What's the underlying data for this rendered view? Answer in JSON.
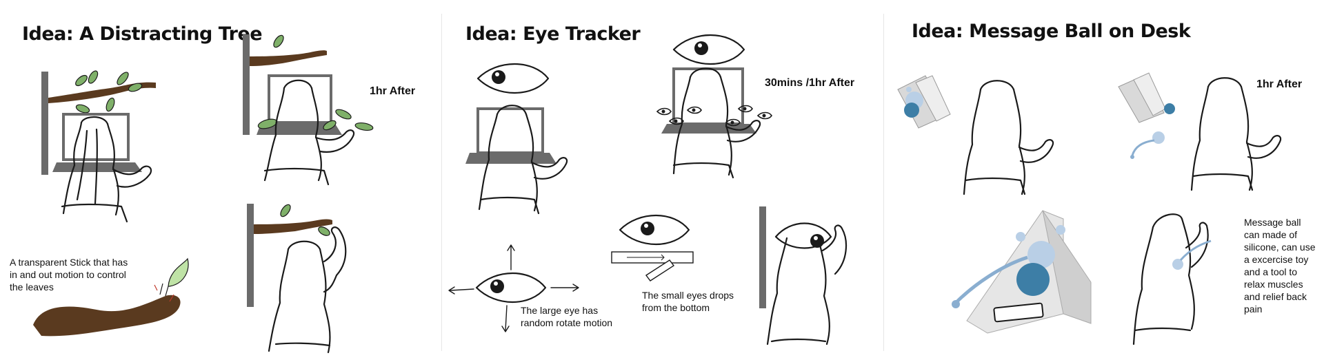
{
  "panels": [
    {
      "title": "Idea: A Distracting Tree",
      "note": "1hr After",
      "caption": "A transparent Stick that has\nin and out motion to control\nthe leaves"
    },
    {
      "title": "Idea: Eye Tracker",
      "note": "30mins /1hr After",
      "caption_large_eye": "The large eye has\nrandom rotate motion",
      "caption_small_eyes": "The small eyes drops\nfrom the bottom"
    },
    {
      "title": "Idea: Message Ball on Desk",
      "note": "1hr After",
      "caption": "Message ball\ncan made of\nsilicone, can use\na excercise toy\nand a tool to\nrelax muscles\nand relief back\npain"
    }
  ],
  "colors": {
    "ink": "#1a1a1a",
    "pole": "#6b6b6b",
    "branch": "#5a3a1f",
    "leaf": "#7fb069",
    "ball": "#b9cfe6",
    "globe": "#3d7ea6",
    "stand": "#d9d9d9"
  }
}
